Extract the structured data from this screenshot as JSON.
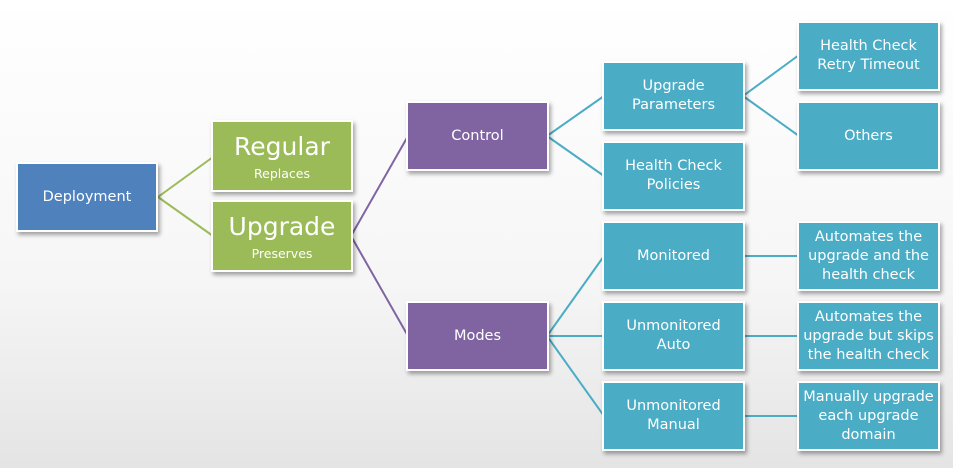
{
  "colors": {
    "deployment": "#4f81bd",
    "strategies": "#9bbb59",
    "categories": "#8064a2",
    "details": "#4bacc6",
    "connector_green": "#9bbb59",
    "connector_purple": "#8064a2",
    "connector_teal": "#4bacc6"
  },
  "root": {
    "label": "Deployment"
  },
  "strategies": {
    "regular": {
      "title": "Regular",
      "subtitle": "Replaces"
    },
    "upgrade": {
      "title": "Upgrade",
      "subtitle": "Preserves"
    }
  },
  "categories": {
    "control": {
      "label": "Control"
    },
    "modes": {
      "label": "Modes"
    }
  },
  "control": {
    "upgrade_parameters": {
      "label": "Upgrade\nParameters"
    },
    "health_check_policies": {
      "label": "Health Check\nPolicies"
    }
  },
  "parameters": {
    "retry_timeout": {
      "label": "Health Check\nRetry Timeout"
    },
    "others": {
      "label": "Others"
    }
  },
  "modes": {
    "monitored": {
      "label": "Monitored",
      "description": "Automates the\nupgrade and the\nhealth check"
    },
    "unmonitored_auto": {
      "label": "Unmonitored\nAuto",
      "description": "Automates the\nupgrade but skips\nthe health check"
    },
    "unmonitored_manual": {
      "label": "Unmonitored\nManual",
      "description": "Manually upgrade\neach upgrade\ndomain"
    }
  }
}
